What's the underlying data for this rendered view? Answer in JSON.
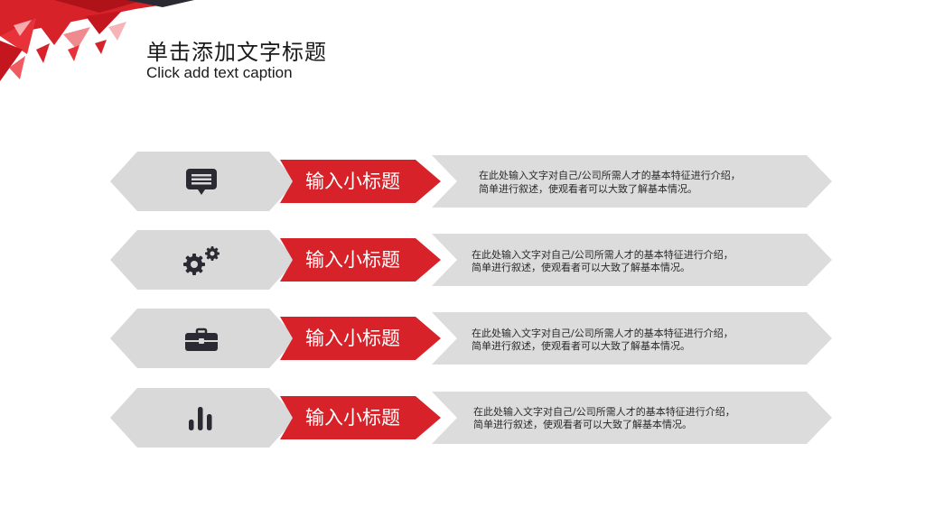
{
  "header": {
    "title": "单击添加文字标题",
    "subtitle": "Click add text caption"
  },
  "colors": {
    "accent_red": "#d7222a",
    "band_gray": "#dcdcdc",
    "icon_dark": "#2b2a33"
  },
  "rows": [
    {
      "icon": "message-icon",
      "label": "输入小标题",
      "desc_line1": "在此处输入文字对自己/公司所需人才的基本特征进行介绍，",
      "desc_line2": "简单进行叙述，使观看者可以大致了解基本情况。"
    },
    {
      "icon": "gears-icon",
      "label": "输入小标题",
      "desc_line1": "在此处输入文字对自己/公司所需人才的基本特征进行介绍，",
      "desc_line2": "简单进行叙述，使观看者可以大致了解基本情况。"
    },
    {
      "icon": "briefcase-icon",
      "label": "输入小标题",
      "desc_line1": "在此处输入文字对自己/公司所需人才的基本特征进行介绍，",
      "desc_line2": "简单进行叙述，使观看者可以大致了解基本情况。"
    },
    {
      "icon": "bar-chart-icon",
      "label": "输入小标题",
      "desc_line1": "在此处输入文字对自己/公司所需人才的基本特征进行介绍，",
      "desc_line2": "简单进行叙述，使观看者可以大致了解基本情况。"
    }
  ]
}
